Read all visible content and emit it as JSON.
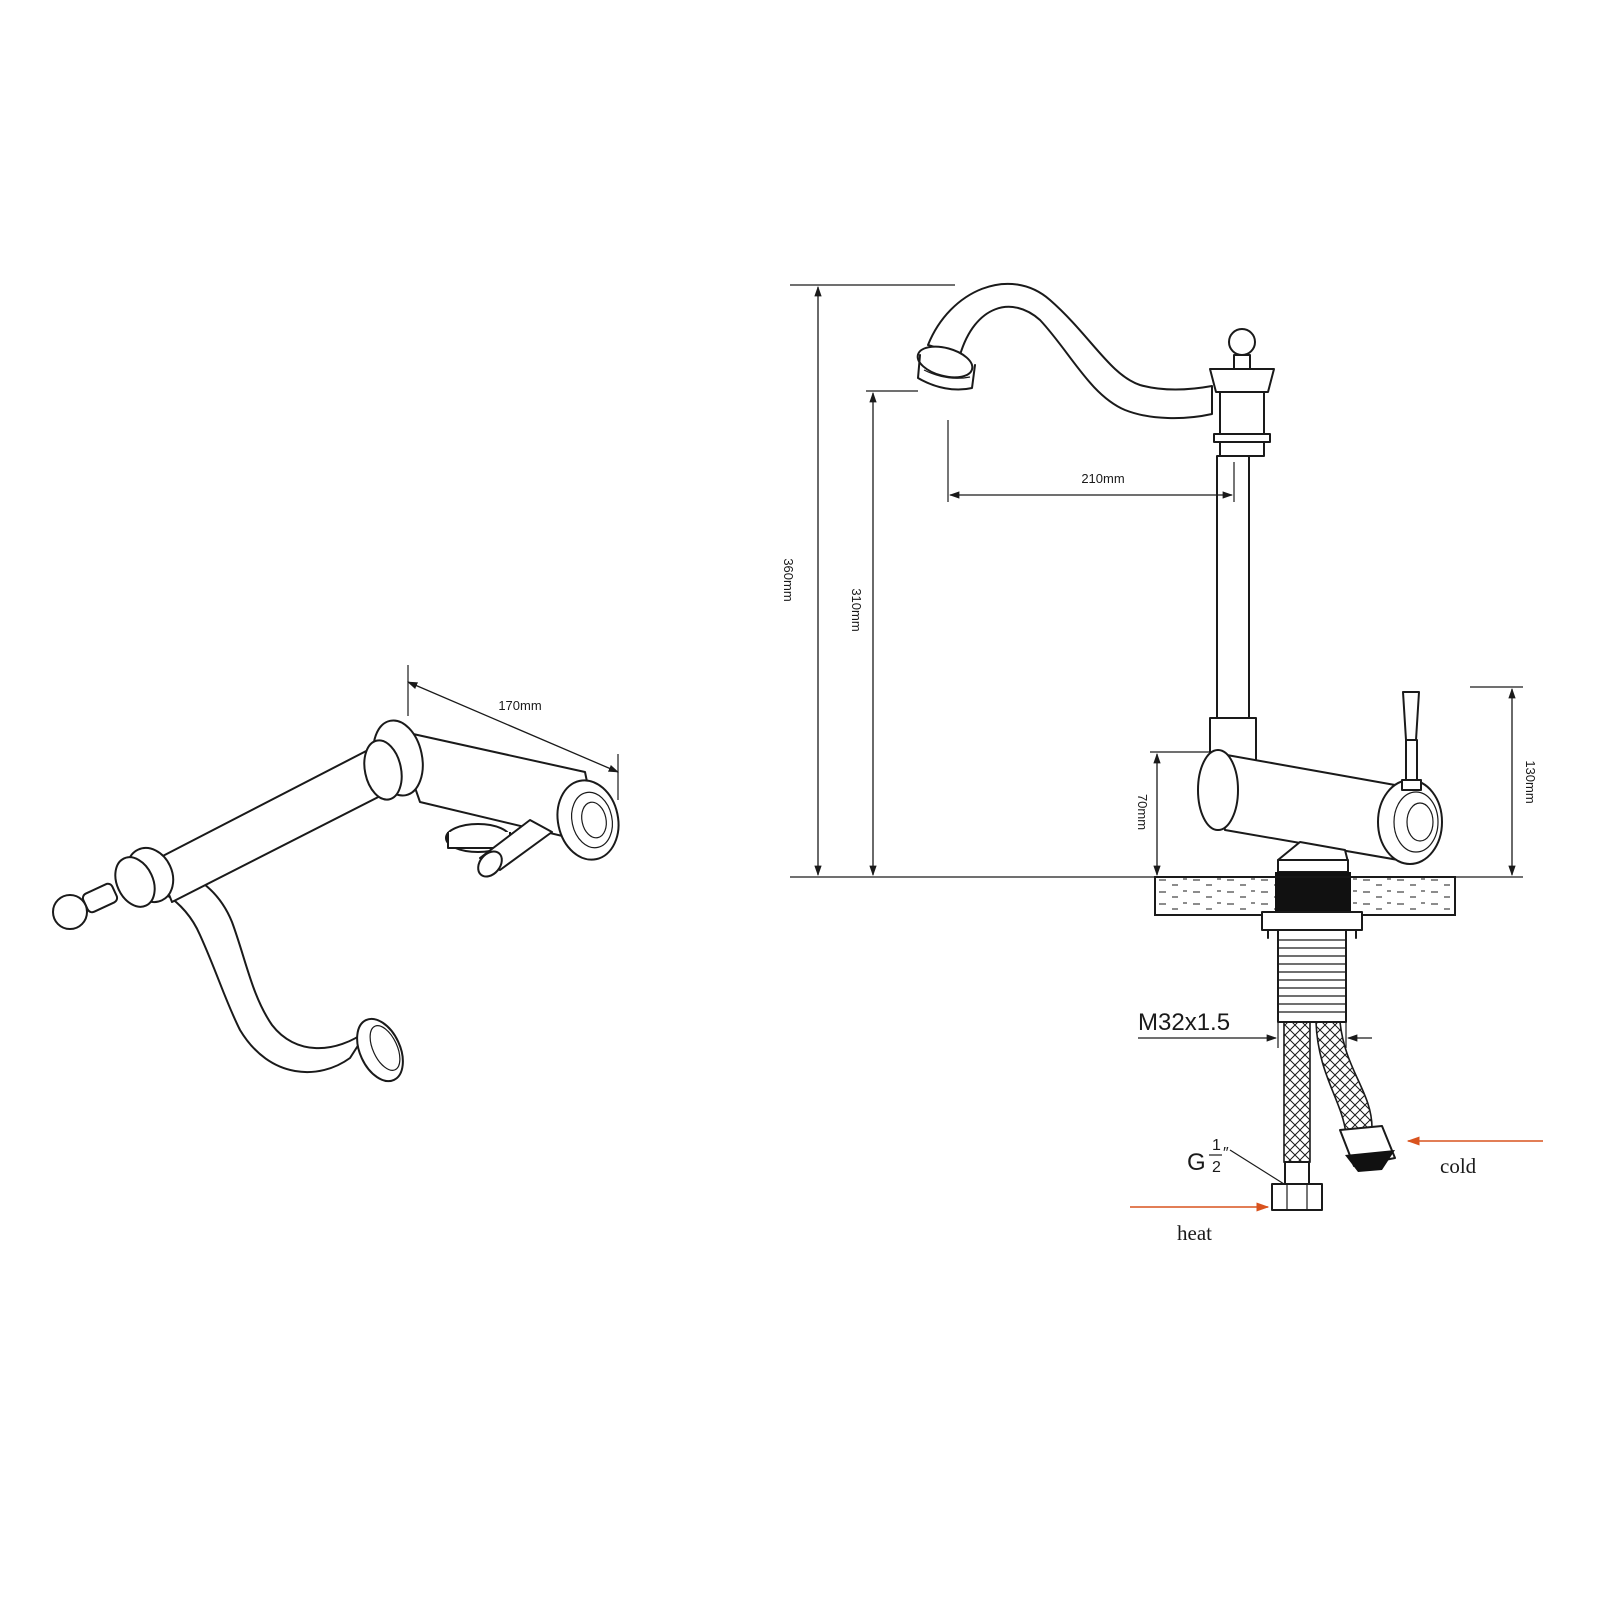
{
  "dimensions": {
    "spout_length": "170mm",
    "total_height": "360mm",
    "spout_height": "310mm",
    "reach": "210mm",
    "body_height": "70mm",
    "lever_height": "130mm"
  },
  "connections": {
    "thread": "M32x1.5",
    "hose_fitting_letter": "G",
    "hose_fitting_num": "1",
    "hose_fitting_den": "2",
    "hose_fitting_mark": "″",
    "hot_inlet": "heat",
    "cold_inlet": "cold"
  },
  "colors": {
    "line": "#1a1a1a",
    "inlet_arrow": "#d9531e"
  }
}
